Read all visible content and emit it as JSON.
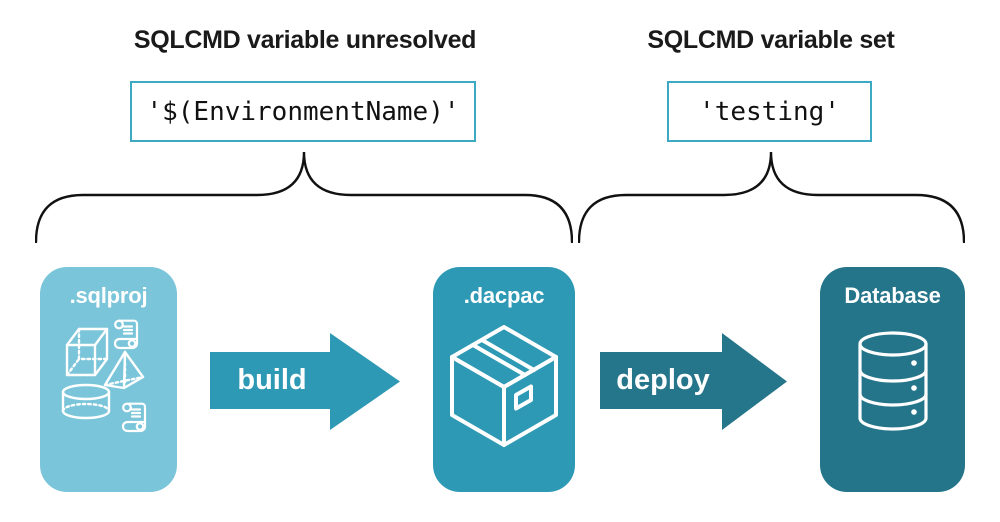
{
  "annotations": {
    "unresolved": {
      "title": "SQLCMD variable unresolved",
      "code": "'$(EnvironmentName)'"
    },
    "resolved": {
      "title": "SQLCMD variable set",
      "code": "'testing'"
    }
  },
  "pipeline": {
    "nodes": [
      {
        "label": ".sqlproj",
        "icon": "sql-objects-icon"
      },
      {
        "label": ".dacpac",
        "icon": "package-box-icon"
      },
      {
        "label": "Database",
        "icon": "database-cylinder-icon"
      }
    ],
    "arrows": [
      {
        "label": "build"
      },
      {
        "label": "deploy"
      }
    ]
  },
  "colors": {
    "code_box_border": "#3EA9C2",
    "brace": "#111111",
    "sqlproj_card": "#7AC5D9",
    "dacpac_card": "#2E99B4",
    "database_card": "#24748A",
    "build_arrow": "#2E99B4",
    "deploy_arrow": "#26768B",
    "icon_stroke": "#FFFFFF",
    "heading_text": "#1A1A1A"
  }
}
